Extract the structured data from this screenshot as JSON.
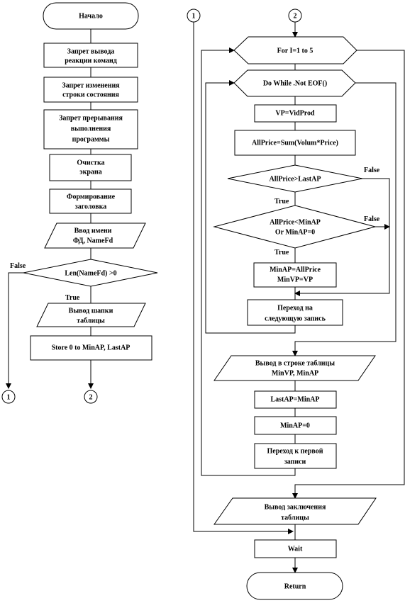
{
  "left": {
    "start": "Начало",
    "b1": [
      "Запрет вывода",
      "реакции команд"
    ],
    "b2": [
      "Запрет изменения",
      "строки состояния"
    ],
    "b3": [
      "Запрет прерывания",
      "выполнения",
      "программы"
    ],
    "b4": [
      "Очистка",
      "экрана"
    ],
    "b5": [
      "Формирование",
      "заголовка"
    ],
    "io1": [
      "Ввод имени",
      "ФД, NameFd"
    ],
    "dec1": "Len(NameFd)  >0",
    "dec1_false": "False",
    "dec1_true": "True",
    "io2": [
      "Вывод шапки",
      "таблицы"
    ],
    "b6": "Store 0 to MinAP, LastAP",
    "conn1": "1",
    "conn2": "2"
  },
  "right": {
    "conn1": "1",
    "conn2": "2",
    "loop_for": "For I=1 to 5",
    "loop_while": "Do While .Not EOF()",
    "b_vp": "VP=VidProd",
    "b_allprice": "AllPrice=Sum(Volum*Price)",
    "dec2": "AllPrice>LastAP",
    "dec2_false": "False",
    "dec2_true": "True",
    "dec3": [
      "AllPrice<MinAP",
      "Or MinAP=0"
    ],
    "dec3_false": "False",
    "dec3_true": "True",
    "b_minap": [
      "MinAP=AllPrice",
      "MinVP=VP"
    ],
    "b_next": [
      "Переход  на",
      "следующую запись"
    ],
    "io_row": [
      "Вывод в строке таблицы",
      "MinVP,  MinAP"
    ],
    "b_lastap": "LastAP=MinAP",
    "b_minap0": "MinAP=0",
    "b_first": [
      "Переход  к первой",
      "записи"
    ],
    "io_footer": [
      "Вывод заключения",
      "таблицы"
    ],
    "b_wait": "Wait",
    "end": "Return"
  }
}
